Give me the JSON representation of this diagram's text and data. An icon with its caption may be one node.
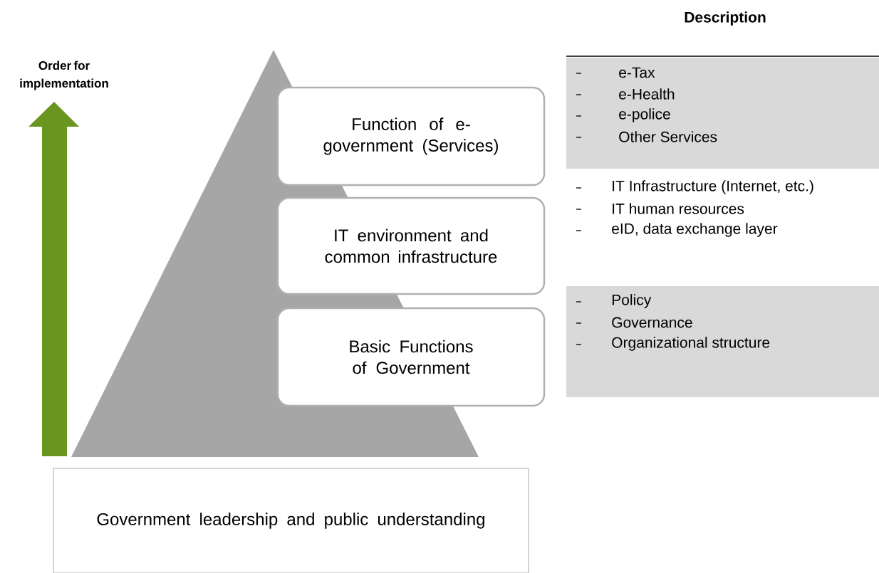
{
  "diagram": {
    "nodes": [
      {
        "text": [
          "Function of e-government (Services)"
        ]
      },
      {
        "text": [
          "IT environment and common infrastructure"
        ]
      },
      {
        "text": [
          "Basic Functions of Government"
        ]
      },
      {
        "text": [
          "Government leadership and public understanding"
        ]
      },
      {
        "text": [
          "e-Tax",
          "e-Health",
          "e-police",
          "Other Services"
        ]
      },
      {
        "text": [
          "Policy",
          "Governance",
          "Organizational structure"
        ]
      }
    ],
    "labels": [
      "Description",
      "Order for implementation",
      "IT Infrastructure (Internet, etc.)",
      "IT human resources",
      "eID, data exchange layer"
    ]
  }
}
